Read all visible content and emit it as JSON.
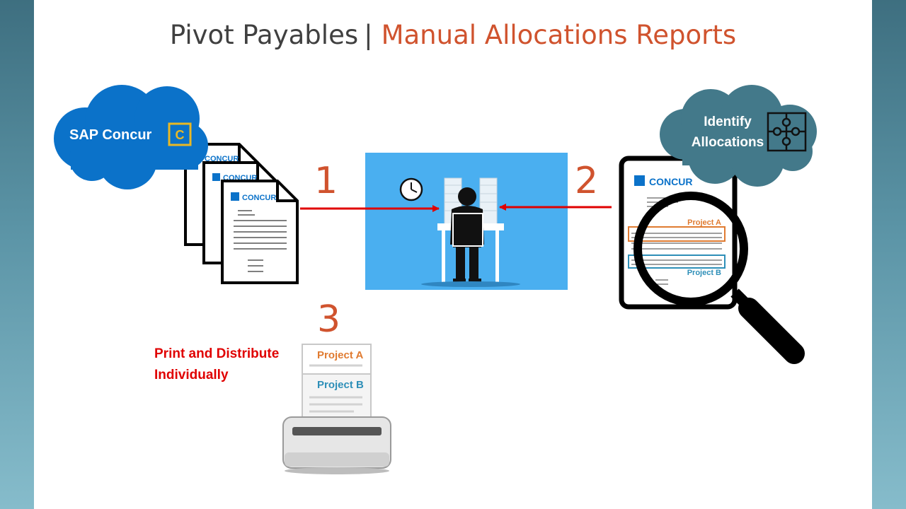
{
  "title": {
    "part1": "Pivot Payables",
    "separator": "|",
    "part2": "Manual Allocations Reports"
  },
  "cloud_left": {
    "label": "SAP Concur",
    "logo_letter": "C"
  },
  "cloud_right": {
    "line1": "Identify",
    "line2": "Allocations"
  },
  "doc_brand": "CONCUR",
  "steps": {
    "one": "1",
    "two": "2",
    "three": "3"
  },
  "projects": {
    "a": "Project A",
    "b": "Project B"
  },
  "print_label": {
    "line1": "Print and Distribute",
    "line2": "Individually"
  },
  "colors": {
    "accent": "#d0532e",
    "cloud_blue": "#0b72c9",
    "cloud_teal": "#43798a",
    "arrow_red": "#e00000",
    "project_orange": "#e07b31",
    "project_blue": "#2e8fb8",
    "office_bg": "#4aaff0"
  }
}
